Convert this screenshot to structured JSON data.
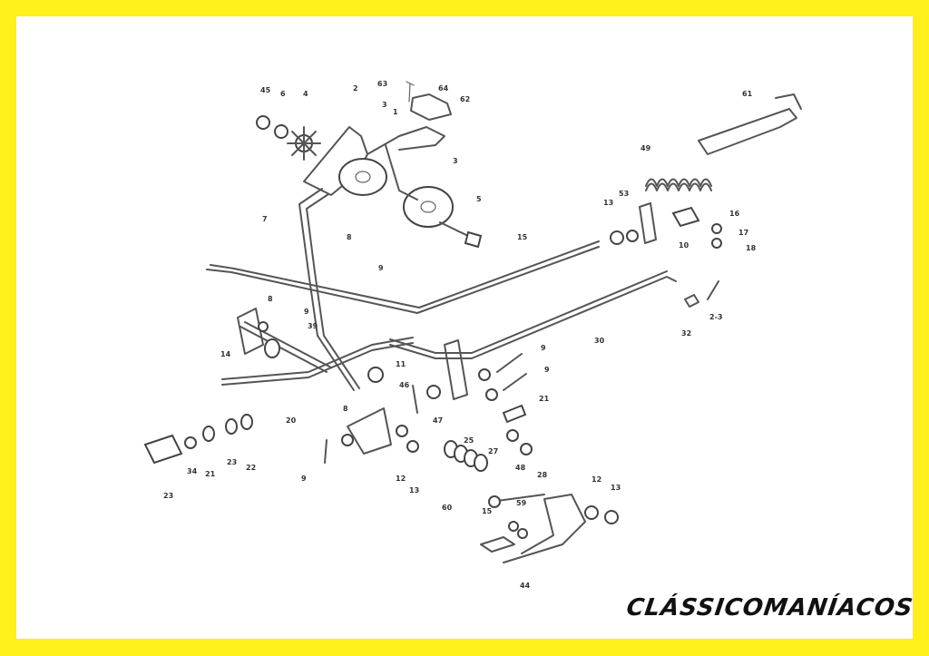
{
  "brand": "CLÁSSICOMANÍACOS",
  "colors": {
    "frame": "#ffef1a",
    "sheet": "#ffffff",
    "ink": "#444444"
  },
  "labels": [
    "45",
    "6",
    "4",
    "2",
    "3",
    "1",
    "63",
    "64",
    "62",
    "61",
    "49",
    "7",
    "3",
    "5",
    "13",
    "53",
    "16",
    "17",
    "18",
    "8",
    "9",
    "15",
    "30",
    "39",
    "8",
    "9",
    "10",
    "14",
    "11",
    "20",
    "46",
    "47",
    "25",
    "27",
    "9",
    "9",
    "21",
    "48",
    "28",
    "32",
    "2-3",
    "8",
    "9",
    "12",
    "13",
    "12",
    "13",
    "60",
    "15",
    "59",
    "44",
    "34",
    "21",
    "23",
    "22",
    "23"
  ]
}
